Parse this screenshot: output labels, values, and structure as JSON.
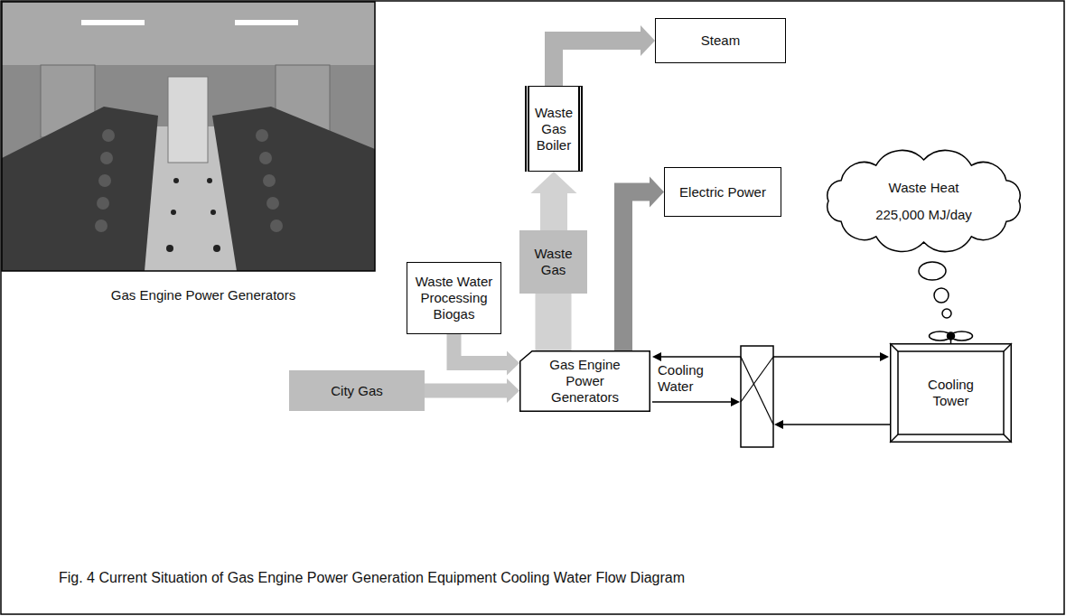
{
  "diagram": {
    "caption": "Fig. 4 Current Situation of Gas Engine Power Generation Equipment Cooling Water Flow Diagram",
    "nodes": [
      {
        "text": [
          "Steam"
        ]
      },
      {
        "text": [
          "Waste Gas Boiler"
        ]
      },
      {
        "text": [
          "Waste Heat",
          "225,000 MJ/day"
        ]
      },
      {
        "text": [
          "Electric Power"
        ]
      },
      {
        "text": [
          "Waste Water Processing Biogas"
        ]
      },
      {
        "text": [
          "Waste Gas"
        ]
      },
      {
        "text": [
          "Gas Engine Power Generators"
        ]
      },
      {
        "text": [
          "Cooling Tower"
        ]
      },
      {
        "text": [
          "City Gas"
        ]
      }
    ],
    "edges": [
      {
        "from": 8,
        "to": 6,
        "arrow": "to"
      },
      {
        "from": 4,
        "to": 6,
        "arrow": "to"
      },
      {
        "from": 6,
        "to": 5,
        "arrow": "none"
      },
      {
        "from": 5,
        "to": 1,
        "arrow": "to"
      },
      {
        "from": 1,
        "to": 0,
        "arrow": "to"
      },
      {
        "from": 6,
        "to": 3,
        "arrow": "to"
      }
    ],
    "labels": [
      "Gas Engine Power Generators",
      "Cooling Water"
    ]
  }
}
